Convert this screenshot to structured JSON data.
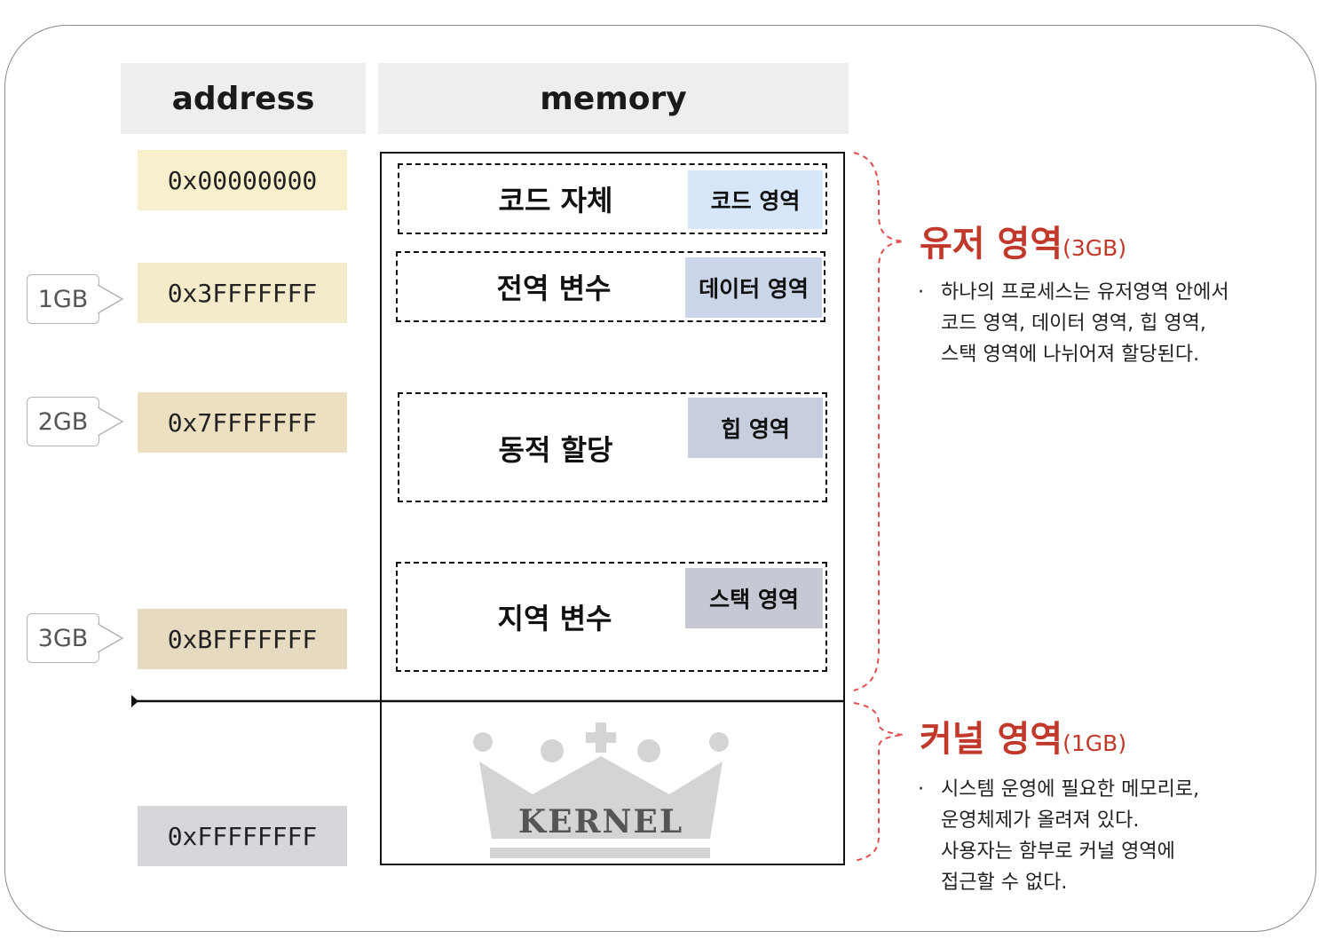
{
  "headers": {
    "address": "address",
    "memory": "memory"
  },
  "addresses": [
    {
      "value": "0x00000000",
      "color": "#f8f0cd"
    },
    {
      "value": "0x3FFFFFFF",
      "color": "#f4ebca"
    },
    {
      "value": "0x7FFFFFFF",
      "color": "#ece0c0"
    },
    {
      "value": "0xBFFFFFFF",
      "color": "#e6dac0"
    },
    {
      "value": "0xFFFFFFFF",
      "color": "#d6d6db"
    }
  ],
  "gb_markers": [
    "1GB",
    "2GB",
    "3GB"
  ],
  "segments": [
    {
      "label": "코드 자체",
      "tag": "코드 영역",
      "tag_color": "#d7e6f8"
    },
    {
      "label": "전역 변수",
      "tag": "데이터 영역",
      "tag_color": "#cbd5e8"
    },
    {
      "label": "동적 할당",
      "tag": "힙 영역",
      "tag_color": "#c7cedd"
    },
    {
      "label": "지역 변수",
      "tag": "스택 영역",
      "tag_color": "#c6c8d4"
    }
  ],
  "kernel_logo_text": "KERNEL",
  "user_area": {
    "title": "유저 영역",
    "size": "(3GB)",
    "description": [
      "하나의 프로세스는 유저영역 안에서",
      "코드 영역, 데이터 영역, 힙 영역,",
      "스택 영역에 나뉘어져 할당된다."
    ]
  },
  "kernel_area": {
    "title": "커널 영역",
    "size": "(1GB)",
    "description": [
      "시스템 운영에 필요한 메모리로,",
      "운영체제가 올려져 있다.",
      "사용자는 함부로 커널 영역에",
      "접근할 수 없다."
    ]
  },
  "colors": {
    "accent": "#c0392b",
    "brace": "#e05050",
    "logo": "#d4d4d4",
    "logo_text": "#555555"
  }
}
